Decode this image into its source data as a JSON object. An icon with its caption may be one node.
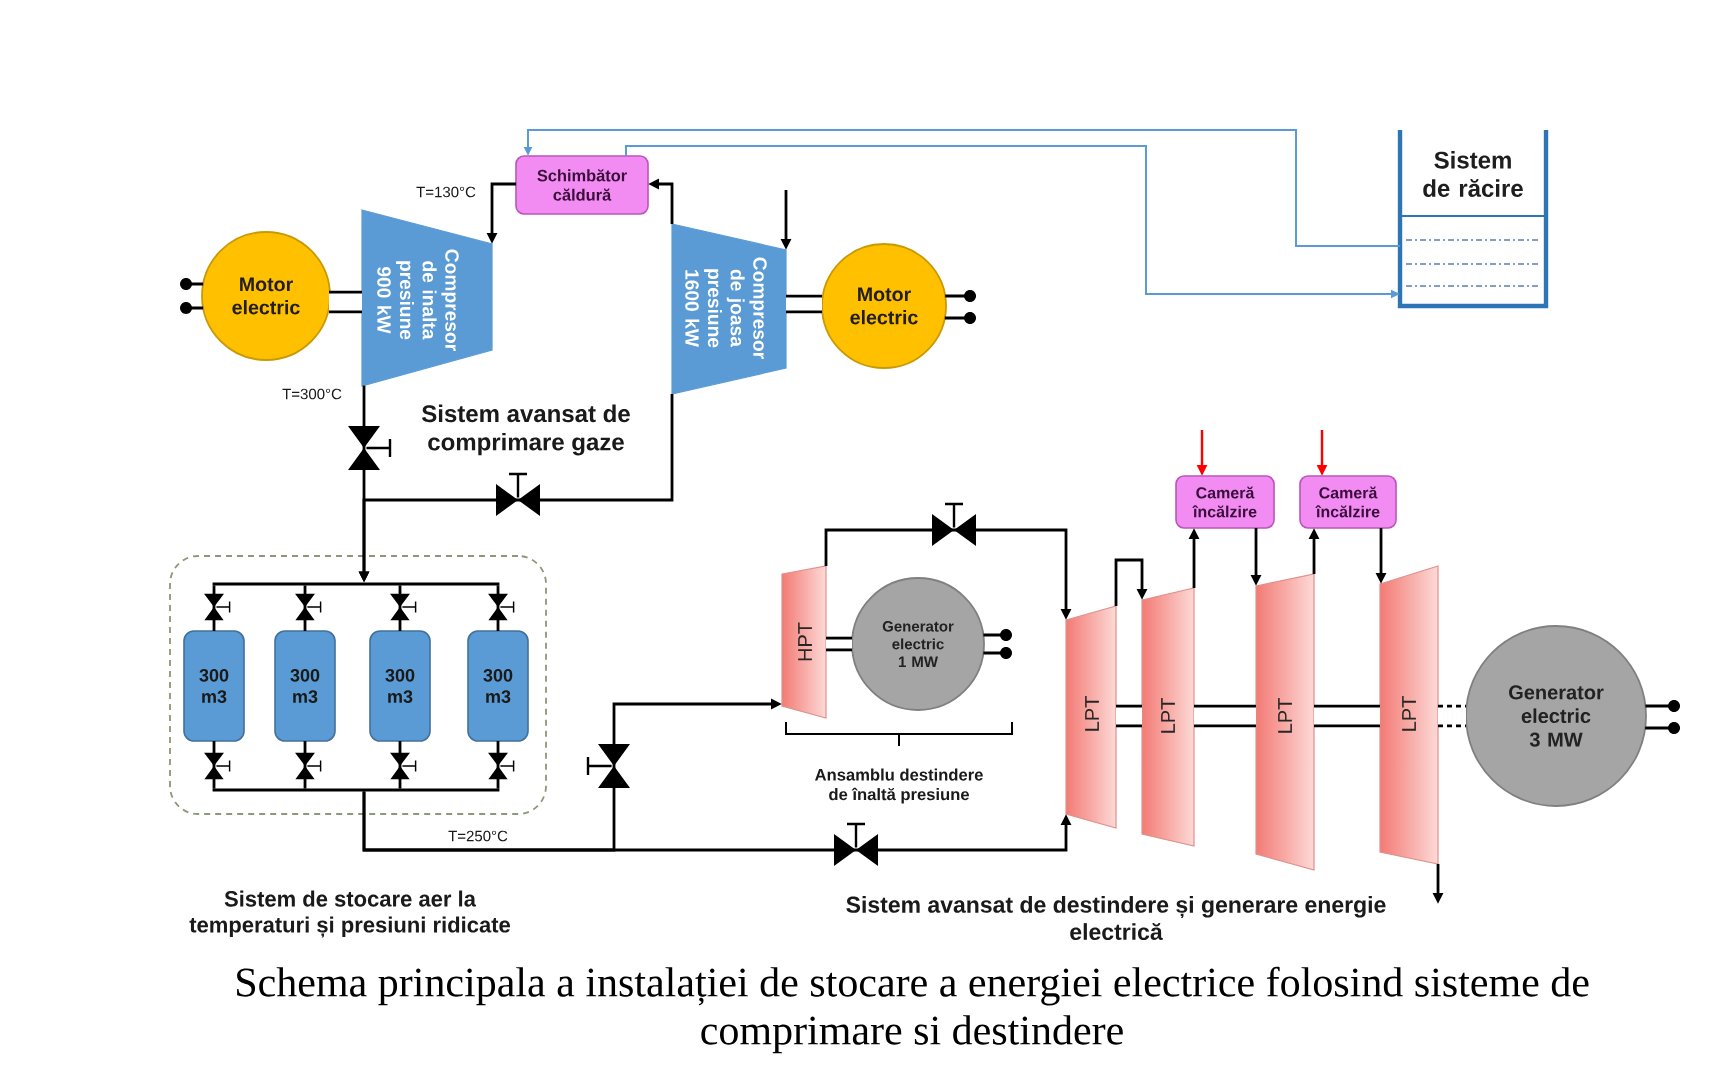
{
  "diagram": {
    "caption": "Schema principala a instalației de stocare a energiei electrice folosind sisteme de comprimare si destindere",
    "nodes": [
      {
        "text": [
          "Motor electric"
        ]
      },
      {
        "text": [
          "Compresor de inalta presiune 900 kW"
        ]
      },
      {
        "text": [
          "Schimbător căldură"
        ]
      },
      {
        "text": [
          "Compresor de joasa presiune 1600 kW"
        ]
      },
      {
        "text": [
          "Motor electric"
        ]
      },
      {
        "text": [
          "Sistem de răcire"
        ]
      },
      {
        "text": [],
        "shape": "box",
        "beside": [
          "Sistem de stocare aer la temperaturi și presiuni ridicate"
        ]
      },
      {
        "text": [],
        "shape": "bar",
        "in": 6
      },
      {
        "text": [
          "300 m3"
        ],
        "in": 6
      },
      {
        "text": [
          "300 m3"
        ],
        "in": 6
      },
      {
        "text": [
          "300 m3"
        ],
        "in": 6
      },
      {
        "text": [
          "300 m3"
        ],
        "in": 6
      },
      {
        "text": [],
        "shape": "bar",
        "in": 6
      },
      {
        "text": [
          "Cameră încălzire"
        ]
      },
      {
        "text": [
          "Cameră încălzire"
        ]
      },
      {
        "text": [
          "HPT"
        ]
      },
      {
        "text": [
          "Generator electric 1 MW"
        ]
      },
      {
        "text": [
          "LPT"
        ]
      },
      {
        "text": [
          "LPT"
        ]
      },
      {
        "text": [
          "LPT"
        ]
      },
      {
        "text": [
          "LPT"
        ]
      },
      {
        "text": [
          "Generator electric 3 MW"
        ]
      }
    ],
    "edges": [
      {
        "from": 0,
        "to": 1,
        "arrow": "none",
        "style": "thick"
      },
      {
        "from": 3,
        "to": 2,
        "arrow": "to"
      },
      {
        "from": 2,
        "to": 1,
        "arrow": "to"
      },
      {
        "from": null,
        "to": 3,
        "arrow": "to"
      },
      {
        "from": 3,
        "to": 4,
        "arrow": "none",
        "style": "thick"
      },
      {
        "from": 2,
        "to": 5,
        "arrow": "to",
        "color": "#5b9bd5"
      },
      {
        "from": 5,
        "to": 2,
        "arrow": "to",
        "color": "#5b9bd5"
      },
      {
        "from": 1,
        "to": 7,
        "arrow": "to"
      },
      {
        "from": 3,
        "to": 7,
        "arrow": "to"
      },
      {
        "from": 7,
        "to": 8,
        "arrow": "to"
      },
      {
        "from": 7,
        "to": 9,
        "arrow": "to"
      },
      {
        "from": 7,
        "to": 10,
        "arrow": "to"
      },
      {
        "from": 7,
        "to": 11,
        "arrow": "to"
      },
      {
        "from": 8,
        "to": 12,
        "arrow": "to"
      },
      {
        "from": 9,
        "to": 12,
        "arrow": "to"
      },
      {
        "from": 10,
        "to": 12,
        "arrow": "to"
      },
      {
        "from": 11,
        "to": 12,
        "arrow": "to"
      },
      {
        "from": 12,
        "to": 15,
        "arrow": "to"
      },
      {
        "from": 12,
        "to": 17,
        "arrow": "to"
      },
      {
        "from": 15,
        "to": 16,
        "arrow": "none",
        "style": "thick"
      },
      {
        "from": 15,
        "to": 17,
        "arrow": "to"
      },
      {
        "from": 17,
        "to": 18,
        "arrow": "to"
      },
      {
        "from": 17,
        "to": 18,
        "arrow": "none",
        "style": "thick"
      },
      {
        "from": 18,
        "to": 13,
        "arrow": "to"
      },
      {
        "from": 13,
        "to": 19,
        "arrow": "to"
      },
      {
        "from": 18,
        "to": 19,
        "arrow": "none",
        "style": "thick"
      },
      {
        "from": null,
        "to": 13,
        "arrow": "to",
        "color": "#ff0000"
      },
      {
        "from": 19,
        "to": 14,
        "arrow": "to"
      },
      {
        "from": 14,
        "to": 20,
        "arrow": "to"
      },
      {
        "from": null,
        "to": 14,
        "arrow": "to",
        "color": "#ff0000"
      },
      {
        "from": 19,
        "to": 20,
        "arrow": "none",
        "style": "thick"
      },
      {
        "from": 20,
        "to": null,
        "arrow": "to"
      },
      {
        "from": 20,
        "to": 21,
        "arrow": "none",
        "style": "dashed"
      }
    ],
    "labels": [
      "T=130°C",
      "T=300°C",
      "Sistem avansat de comprimare gaze",
      "Ansamblu destindere de înaltă presiune",
      "T=250°C",
      "Sistem avansat de destindere și generare energie electrică"
    ]
  }
}
